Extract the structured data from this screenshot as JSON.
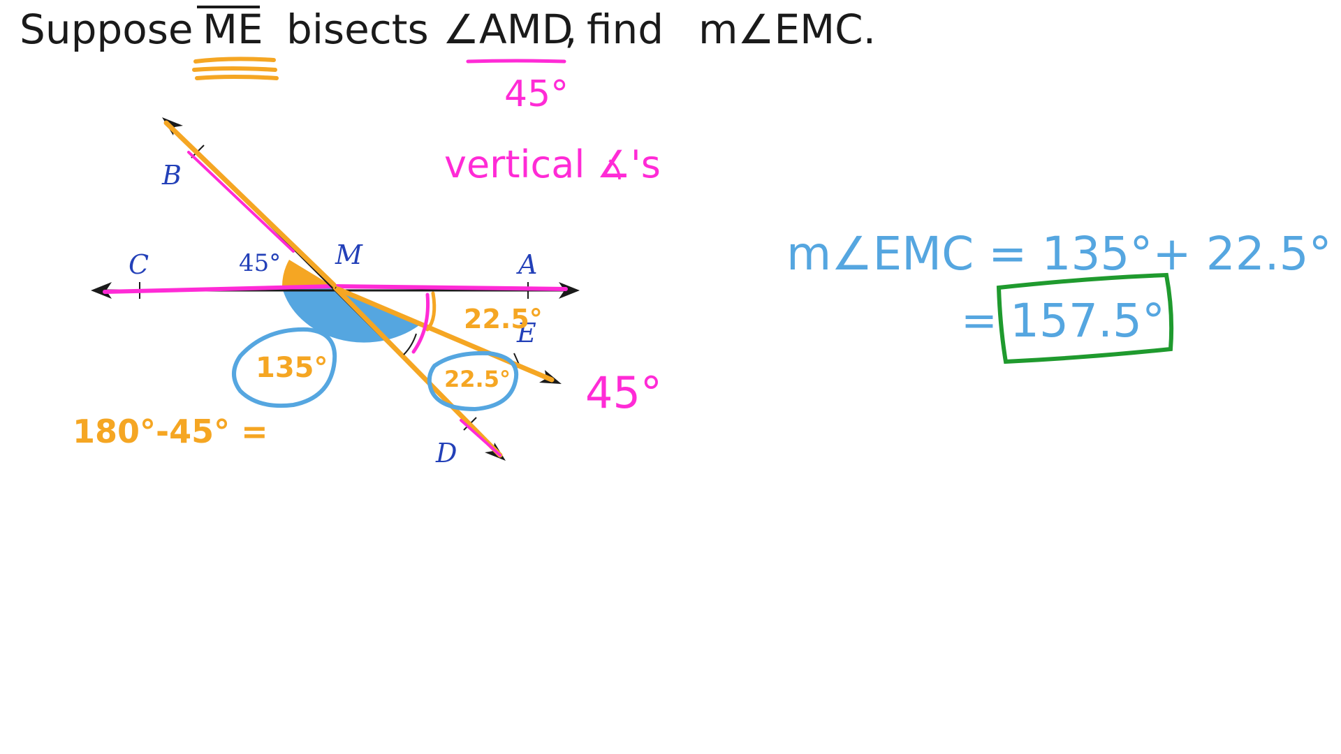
{
  "problem": {
    "word_suppose": "Suppose",
    "segment": "ME",
    "word_bisects": "bisects",
    "angle_amd": "∠AMD",
    "comma": ",",
    "word_find": "find",
    "target": "m∠EMC."
  },
  "annotations": {
    "amd_value": "45°",
    "vertical_note": "vertical ∡'s",
    "right_45": "45°",
    "calc_180": "180°-45° =",
    "circle_135": "135°",
    "circle_22_5": "22.5°",
    "arc_22_5": "22.5°"
  },
  "diagram_labels": {
    "B": "B",
    "C": "C",
    "M": "M",
    "A": "A",
    "E": "E",
    "D": "D",
    "angle_45": "45°"
  },
  "solution": {
    "line1": "m∠EMC = 135°+ 22.5°",
    "line2_eq": "=",
    "answer": "157.5°"
  },
  "colors": {
    "ink": "#1a1a1a",
    "orange": "#f5a623",
    "magenta": "#ff2bd6",
    "blue": "#55a6e0",
    "green": "#1f9a2e",
    "label_blue": "#2340b8"
  }
}
